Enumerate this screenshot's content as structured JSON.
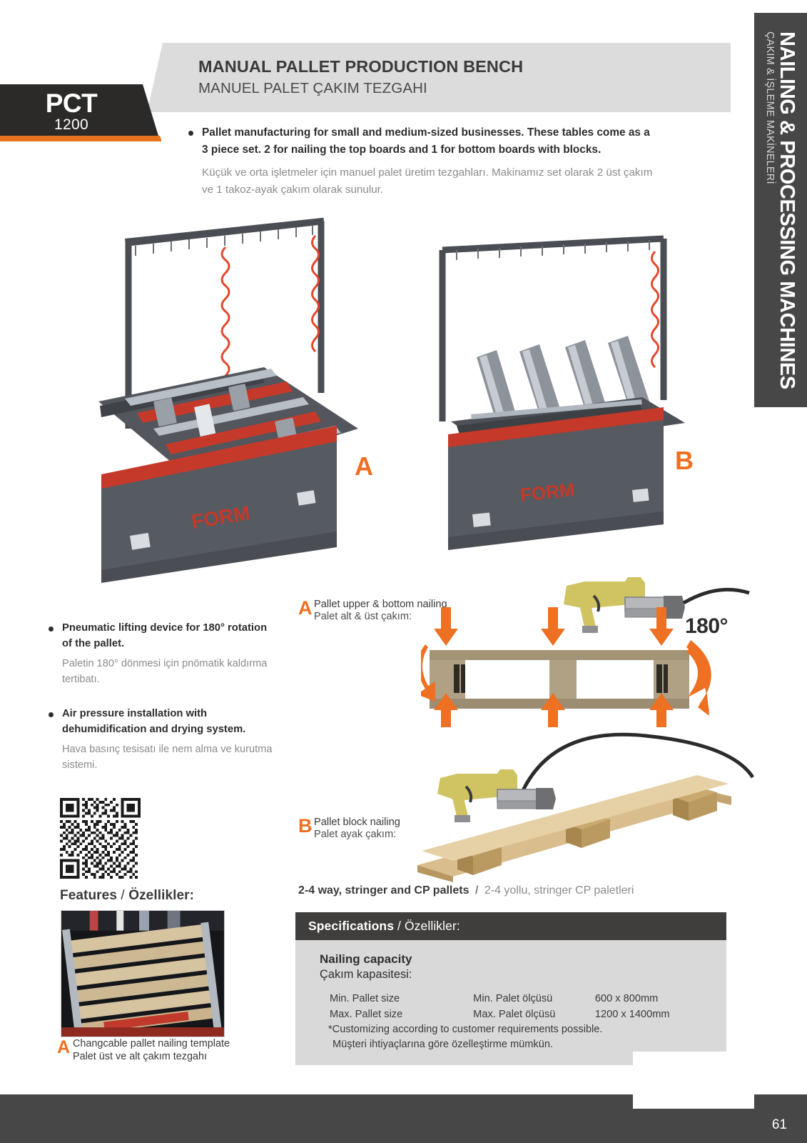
{
  "category_tab": {
    "title_en": "NAILING & PROCESSING MACHINES",
    "title_tr": "ÇAKIM & İŞLEME MAKİNELERİ"
  },
  "header": {
    "title_en": "MANUAL PALLET PRODUCTION BENCH",
    "title_tr": "MANUEL PALET ÇAKIM TEZGAHI"
  },
  "badge": {
    "model": "PCT",
    "size": "1200"
  },
  "intro": {
    "en": "Pallet manufacturing for small and medium-sized businesses. These tables come as a 3 piece set. 2 for nailing the top boards and 1 for bottom boards with blocks.",
    "tr": "Küçük ve orta işletmeler için manuel palet üretim tezgahları. Makinamız set olarak 2 üst çakım ve 1 takoz-ayak çakım olarak sunulur."
  },
  "machine_labels": {
    "a": "A",
    "b": "B",
    "brand": "FORM"
  },
  "features": [
    {
      "en": "Pneumatic lifting device for 180° rotation of the pallet.",
      "tr": "Paletin 180° dönmesi için pnömatik kaldırma tertibatı."
    },
    {
      "en": "Air pressure installation with dehumidification and drying system.",
      "tr": "Hava basınç tesisatı ile nem alma ve kurutma sistemi."
    }
  ],
  "features_heading": {
    "en": "Features",
    "separator": "/",
    "tr": "Özellikler:"
  },
  "feature_photo_caption": {
    "letter": "A",
    "en": "Changcable pallet nailing template",
    "tr": "Palet üst ve alt çakım tezgahı"
  },
  "callouts": {
    "a": {
      "letter": "A",
      "en": "Pallet upper & bottom nailing",
      "tr": "Palet alt & üst çakım:"
    },
    "b": {
      "letter": "B",
      "en": "Pallet block nailing",
      "tr": "Palet ayak çakım:"
    },
    "rotation": "180°"
  },
  "ways": {
    "en": "2-4 way, stringer and CP pallets",
    "separator": "/",
    "tr": "2-4 yollu, stringer CP paletleri"
  },
  "specifications": {
    "heading_en": "Specifications",
    "heading_sep": "/",
    "heading_tr": "Özellikler:",
    "capacity_en": "Nailing capacity",
    "capacity_tr": "Çakım kapasitesi:",
    "rows": [
      {
        "en": "Min. Pallet size",
        "tr": "Min. Palet ölçüsü",
        "value": "600 x 800mm"
      },
      {
        "en": "Max. Pallet size",
        "tr": "Max. Palet ölçüsü",
        "value": "1200 x 1400mm"
      }
    ],
    "note_en": "*Customizing according to customer requirements possible.",
    "note_tr": "Müşteri ihtiyaçlarına göre özelleştirme mümkün."
  },
  "footer": {
    "page_number": "61"
  },
  "colors": {
    "accent_orange": "#ed7023",
    "dark_gray": "#484747",
    "band_gray": "#dcdcdc",
    "badge_black": "#2b2a28",
    "spec_body": "#d9d9d9",
    "machine_red": "#c5392a"
  }
}
